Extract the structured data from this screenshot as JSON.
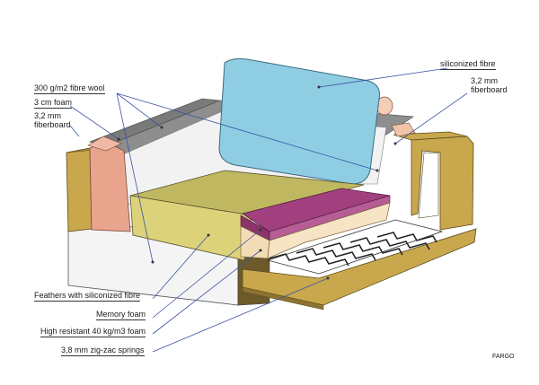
{
  "labels": {
    "siliconized_fibre": "siliconized fibre",
    "fiberboard_right": "3,2 mm\nfiberboard",
    "fibre_wool": "300 g/m2 fibre wool",
    "foam_3cm": "3 cm foam",
    "fiberboard_left": "3,2 mm\nfiberboard",
    "feathers": "Feathers with siliconized fibre",
    "memory_foam": "Memory foam",
    "high_resistant": "High resistant 40 kg/m3 foam",
    "springs": "3,8 mm zig-zac springs",
    "brand": "FARGO"
  },
  "colors": {
    "backrest": "#8fcde3",
    "fiberboard": "#c9a84d",
    "seat_cushion": "#d7cc73",
    "memory_foam": "#a2407f",
    "foam_layer": "#f3dcb5",
    "arm_pad": "#e6a58f",
    "base_white": "#f3f3f3",
    "frame_grey": "#8c8c8c",
    "leader_line": "#3a54a3"
  }
}
